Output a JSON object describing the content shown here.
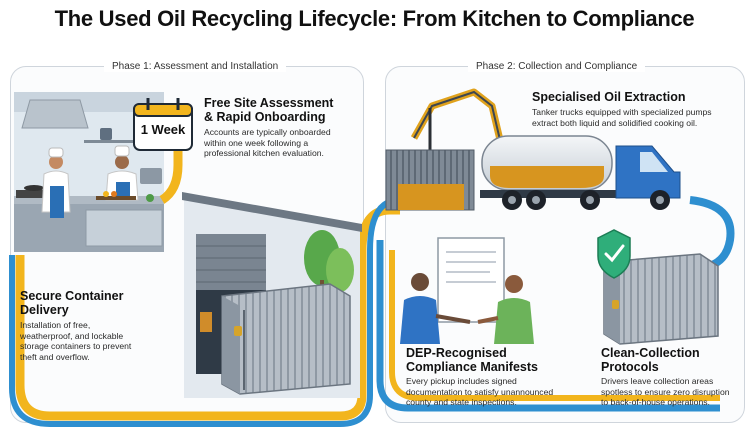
{
  "title": "The Used Oil Recycling Lifecycle: From Kitchen to Compliance",
  "phases": [
    {
      "label": "Phase 1: Assessment and Installation"
    },
    {
      "label": "Phase 2: Collection and Compliance"
    }
  ],
  "calendar": {
    "text": "1 Week"
  },
  "steps": {
    "assessment": {
      "title_line1": "Free Site Assessment",
      "title_line2": "& Rapid Onboarding",
      "body": [
        "Accounts are typically onboarded",
        "within one week following a",
        "professional kitchen evaluation."
      ]
    },
    "extraction": {
      "title": "Specialised Oil Extraction",
      "body": [
        "Tanker trucks equipped with specialized pumps",
        "extract both liquid and solidified cooking oil."
      ]
    },
    "container": {
      "title_line1": "Secure Container",
      "title_line2": "Delivery",
      "body": [
        "Installation of free,",
        "weatherproof, and lockable",
        "storage containers to prevent",
        "theft and overflow."
      ]
    },
    "manifests": {
      "title_line1": "DEP-Recognised",
      "title_line2": "Compliance Manifests",
      "body": [
        "Every pickup includes signed",
        "documentation to satisfy unannounced",
        "county and state inspections."
      ]
    },
    "clean": {
      "title_line1": "Clean-Collection",
      "title_line2": "Protocols",
      "body": [
        "Drivers leave collection areas",
        "spotless to ensure zero disruption",
        "to back-of-house operations."
      ]
    }
  },
  "colors": {
    "flow_blue": "#2e8fd0",
    "flow_yellow": "#f2b51d",
    "truck_blue": "#2f73c4",
    "container_grey": "#a9b3bd",
    "oil_amber": "#d7951f"
  }
}
